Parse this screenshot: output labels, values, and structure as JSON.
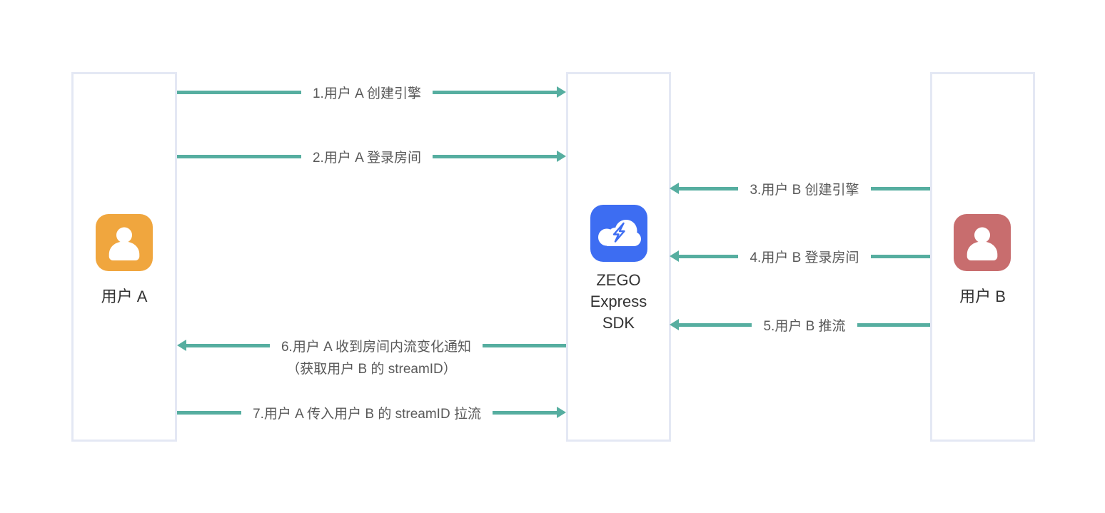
{
  "diagram": {
    "colors": {
      "background": "#ffffff",
      "arrow_teal": "#56AEA0",
      "lane_border": "#E4E8F4",
      "message_text": "#595959",
      "actor_text": "#333333",
      "user_a_icon": "#F0A63E",
      "user_b_icon": "#C86D6E",
      "sdk_icon": "#3D6DF2"
    },
    "actors": [
      {
        "id": "user-a",
        "label": "用户 A",
        "icon": "user-icon",
        "color": "#F0A63E"
      },
      {
        "id": "sdk",
        "label": "ZEGO Express SDK",
        "line1": "ZEGO",
        "line2": "Express",
        "line3": "SDK",
        "icon": "cloud-lightning-icon",
        "color": "#3D6DF2"
      },
      {
        "id": "user-b",
        "label": "用户 B",
        "icon": "user-icon",
        "color": "#C86D6E"
      }
    ],
    "messages": [
      {
        "num": "1",
        "label": "1.用户 A 创建引擎",
        "from": "user-a",
        "to": "sdk",
        "direction": "right"
      },
      {
        "num": "2",
        "label": "2.用户 A 登录房间",
        "from": "user-a",
        "to": "sdk",
        "direction": "right"
      },
      {
        "num": "3",
        "label": "3.用户 B 创建引擎",
        "from": "user-b",
        "to": "sdk",
        "direction": "left"
      },
      {
        "num": "4",
        "label": "4.用户 B 登录房间",
        "from": "user-b",
        "to": "sdk",
        "direction": "left"
      },
      {
        "num": "5",
        "label": "5.用户 B 推流",
        "from": "user-b",
        "to": "sdk",
        "direction": "left"
      },
      {
        "num": "6",
        "label": "6.用户 A 收到房间内流变化通知",
        "sublabel": "（获取用户 B 的 streamID）",
        "from": "sdk",
        "to": "user-a",
        "direction": "left"
      },
      {
        "num": "7",
        "label": "7.用户 A 传入用户 B 的 streamID 拉流",
        "from": "user-a",
        "to": "sdk",
        "direction": "right"
      }
    ]
  }
}
